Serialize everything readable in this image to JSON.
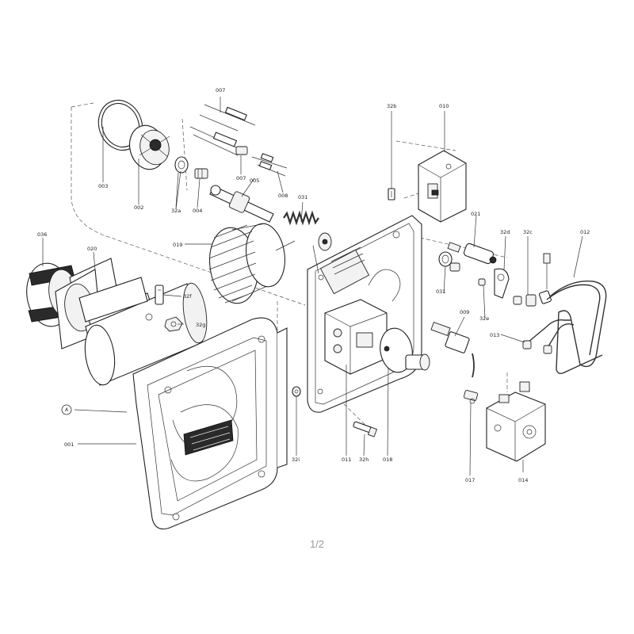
{
  "page_indicator": "1/2",
  "callouts": {
    "c001": "001",
    "c002": "002",
    "c003": "003",
    "c004": "004",
    "c005": "005",
    "c007a": "007",
    "c007b": "007",
    "c008": "008",
    "c009": "009",
    "c010": "010",
    "c011": "011",
    "c012": "012",
    "c013": "013",
    "c014": "014",
    "c017": "017",
    "c018": "018",
    "c019": "019",
    "c020": "020",
    "c021": "021",
    "c031a": "031",
    "c031b": "031",
    "c036": "036",
    "c32a": "32a",
    "c32b": "32b",
    "c32c": "32c",
    "c32d": "32d",
    "c32e": "32e",
    "c32f": "32f",
    "c32g": "32g",
    "c32h": "32h",
    "c32i": "32i",
    "cA": "A"
  }
}
